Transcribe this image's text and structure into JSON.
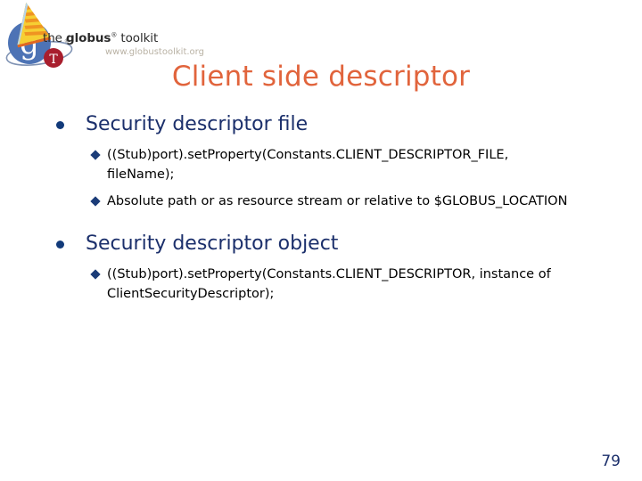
{
  "logo": {
    "wordmark_the": "the ",
    "wordmark_globus": "globus",
    "wordmark_reg": "®",
    "wordmark_toolkit": " toolkit",
    "url": "www.globustoolkit.org",
    "sphere_letter": "g",
    "badge_letter": "T",
    "colors": {
      "sphere": "#4d73b5",
      "badge": "#a81e2d",
      "cone_stripe_light": "#f7d33c",
      "cone_stripe_dark": "#ef8a22",
      "orbit": "#7e93b5"
    }
  },
  "title": {
    "text": "Client side descriptor",
    "color": "#E1643C"
  },
  "content": {
    "groups": [
      {
        "heading": "Security descriptor file",
        "subitems": [
          "((Stub)port).setProperty(Constants.CLIENT_DESCRIPTOR_FILE, fileName);",
          "Absolute path or as resource stream or relative to $GLOBUS_LOCATION"
        ]
      },
      {
        "heading": "Security descriptor object",
        "subitems": [
          "((Stub)port).setProperty(Constants.CLIENT_DESCRIPTOR, instance of ClientSecurityDescriptor);"
        ]
      }
    ],
    "heading_color": "#1B2F6B",
    "body_color": "#000000"
  },
  "footer": {
    "page_number": "79"
  }
}
